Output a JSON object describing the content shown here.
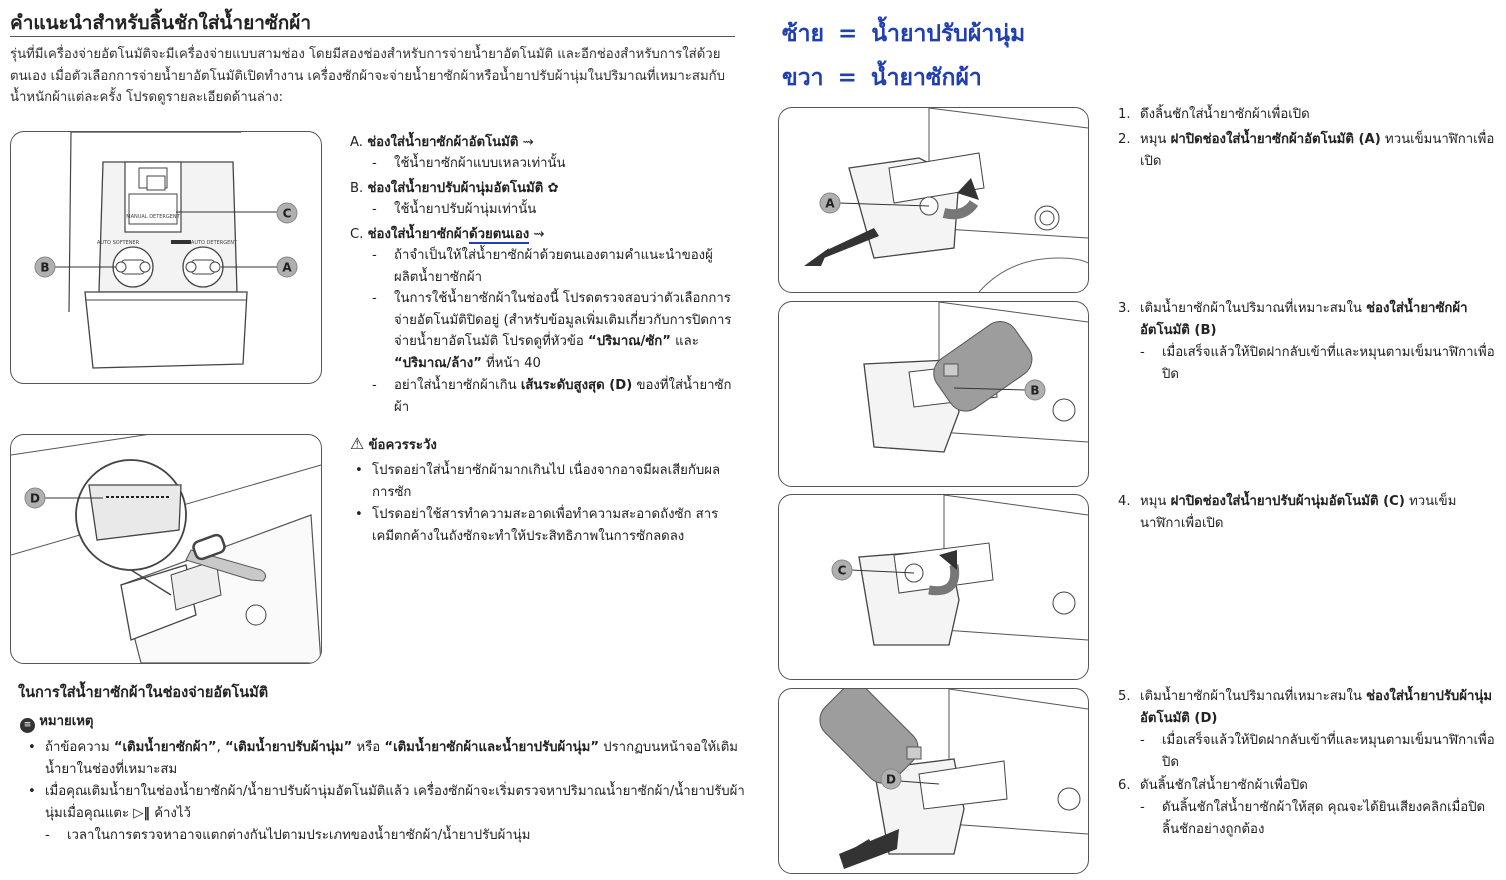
{
  "left": {
    "title": "คำแนะนำสำหรับลิ้นชักใส่น้ำยาซักผ้า",
    "intro": "รุ่นที่มีเครื่องจ่ายอัตโนมัติจะมีเครื่องจ่ายแบบสามช่อง โดยมีสองช่องสำหรับการจ่ายน้ำยาอัตโนมัติ และอีกช่องสำหรับการใส่ด้วยตนเอง เมื่อตัวเลือกการจ่ายน้ำยาอัตโนมัติเปิดทำงาน เครื่องซักผ้าจะจ่ายน้ำยาซักผ้าหรือน้ำยาปรับผ้านุ่มในปริมาณที่เหมาะสมกับน้ำหนักผ้าแต่ละครั้ง โปรดดูรายละเอียดด้านล่าง:",
    "fig1_labels": {
      "a": "A",
      "b": "B",
      "c": "C",
      "auto_softener": "AUTO SOFTENER",
      "auto_detergent": "AUTO DETERGENT",
      "manual": "MANUAL DETERGENT"
    },
    "fig2_labels": {
      "d": "D"
    },
    "item_a": {
      "prefix": "A.",
      "label": "ช่องใส่น้ำยาซักผ้าอัตโนมัติ",
      "sub": "ใช้น้ำยาซักผ้าแบบเหลวเท่านั้น"
    },
    "item_b": {
      "prefix": "B.",
      "label": "ช่องใส่น้ำยาปรับผ้านุ่มอัตโนมัติ",
      "sub": "ใช้น้ำยาปรับผ้านุ่มเท่านั้น"
    },
    "item_c": {
      "prefix": "C.",
      "label": "ช่องใส่น้ำยาซักผ้า",
      "label_ul": "ด้วยตนเอง",
      "sub1": "ถ้าจำเป็นให้ใส่น้ำยาซักผ้าด้วยตนเองตามคำแนะนำของผู้ผลิตน้ำยาซักผ้า",
      "sub2_a": "ในการใช้น้ำยาซักผ้าในช่องนี้ โปรดตรวจสอบว่าตัวเลือกการจ่ายอัตโนมัติปิดอยู่ (สำหรับข้อมูลเพิ่มเติมเกี่ยวกับการปิดการจ่ายน้ำยาอัตโนมัติ โปรดดูที่หัวข้อ",
      "sub2_b1": "“ปริมาณ/ซัก”",
      "sub2_and": "และ",
      "sub2_b2": "“ปริมาณ/ล้าง”",
      "sub2_tail": "ที่หน้า 40",
      "sub3_a": "อย่าใส่น้ำยาซักผ้าเกิน",
      "sub3_b": "เส้นระดับสูงสุด (D)",
      "sub3_c": "ของที่ใส่น้ำยาซักผ้า"
    },
    "caution": {
      "title": "ข้อควรระวัง",
      "items": [
        "โปรดอย่าใส่น้ำยาซักผ้ามากเกินไป เนื่องจากอาจมีผลเสียกับผลการซัก",
        "โปรดอย่าใช้สารทำความสะอาดเพื่อทำความสะอาดถังซัก สารเคมีตกค้างในถังซักจะทำให้ประสิทธิภาพในการซักลดลง"
      ]
    },
    "auto_title": "ในการใส่น้ำยาซักผ้าในช่องจ่ายอัตโนมัติ",
    "note_title": "หมายเหตุ",
    "note1_a": "ถ้าข้อความ",
    "note1_q1": "“เติมน้ำยาซักผ้า”",
    "note1_q2": "“เติมน้ำยาปรับผ้านุ่ม”",
    "note1_or": "หรือ",
    "note1_q3": "“เติมน้ำยาซักผ้าและน้ำยาปรับผ้านุ่ม”",
    "note1_tail": "ปรากฏบนหน้าจอให้เติมน้ำยาในช่องที่เหมาะสม",
    "note2_a": "เมื่อคุณเติมน้ำยาในช่องน้ำยาซักผ้า/น้ำยาปรับผ้านุ่มอัตโนมัติแล้ว เครื่องซักผ้าจะเริ่มตรวจหาปริมาณน้ำยาซักผ้า/น้ำยาปรับผ้านุ่มเมื่อคุณแตะ",
    "note2_icon": "▷‖",
    "note2_tail": "ค้างไว้",
    "note2_sub": "เวลาในการตรวจหาอาจแตกต่างกันไปตามประเภทของน้ำยาซักผ้า/น้ำยาปรับผ้านุ่ม"
  },
  "right": {
    "header": [
      {
        "side": "ซ้าย",
        "eq": "=",
        "value": "น้ำยาปรับผ้านุ่ม"
      },
      {
        "side": "ขวา",
        "eq": "=",
        "value": "น้ำยาซักผ้า"
      }
    ],
    "header_color": "#1f3fb3",
    "fig_labels": {
      "a": "A",
      "b": "B",
      "c": "C",
      "d": "D"
    },
    "step1": {
      "num": "1.",
      "text": "ดึงลิ้นชักใส่น้ำยาซักผ้าเพื่อเปิด"
    },
    "step2": {
      "num": "2.",
      "a": "หมุน",
      "b": "ฝาปิดช่องใส่น้ำยาซักผ้าอัตโนมัติ (A)",
      "c": "ทวนเข็มนาฬิกาเพื่อเปิด"
    },
    "step3": {
      "num": "3.",
      "a": "เติมน้ำยาซักผ้าในปริมาณที่เหมาะสมใน",
      "b": "ช่องใส่น้ำยาซักผ้าอัตโนมัติ (B)",
      "sub": "เมื่อเสร็จแล้วให้ปิดฝากลับเข้าที่และหมุนตามเข็มนาฬิกาเพื่อปิด"
    },
    "step4": {
      "num": "4.",
      "a": "หมุน",
      "b": "ฝาปิดช่องใส่น้ำยาปรับผ้านุ่มอัตโนมัติ (C)",
      "c": "ทวนเข็มนาฬิกาเพื่อเปิด"
    },
    "step5": {
      "num": "5.",
      "a": "เติมน้ำยาซักผ้าในปริมาณที่เหมาะสมใน",
      "b": "ช่องใส่น้ำยาปรับผ้านุ่มอัตโนมัติ (D)",
      "sub": "เมื่อเสร็จแล้วให้ปิดฝากลับเข้าที่และหมุนตามเข็มนาฬิกาเพื่อปิด"
    },
    "step6": {
      "num": "6.",
      "text": "ดันลิ้นชักใส่น้ำยาซักผ้าเพื่อปิด",
      "sub": "ดันลิ้นชักใส่น้ำยาซักผ้าให้สุด คุณจะได้ยินเสียงคลิกเมื่อปิดลิ้นชักอย่างถูกต้อง"
    }
  }
}
